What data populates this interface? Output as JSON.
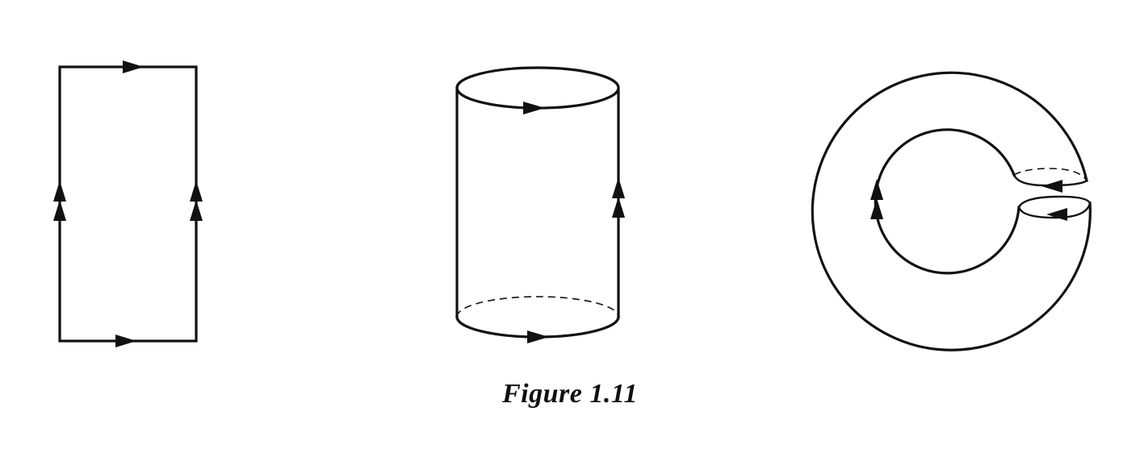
{
  "figure": {
    "caption": "Figure 1.11"
  },
  "colors": {
    "ink": "#111111",
    "background": "#ffffff"
  },
  "panels": [
    {
      "name": "square-with-identified-sides",
      "arrows": {
        "horizontal": "single",
        "vertical": "double"
      }
    },
    {
      "name": "cylinder",
      "arrows": {
        "circles": "single",
        "seam": "double"
      }
    },
    {
      "name": "bent-cylinder",
      "arrows": {
        "end-circles": "single",
        "seam": "double"
      }
    }
  ]
}
